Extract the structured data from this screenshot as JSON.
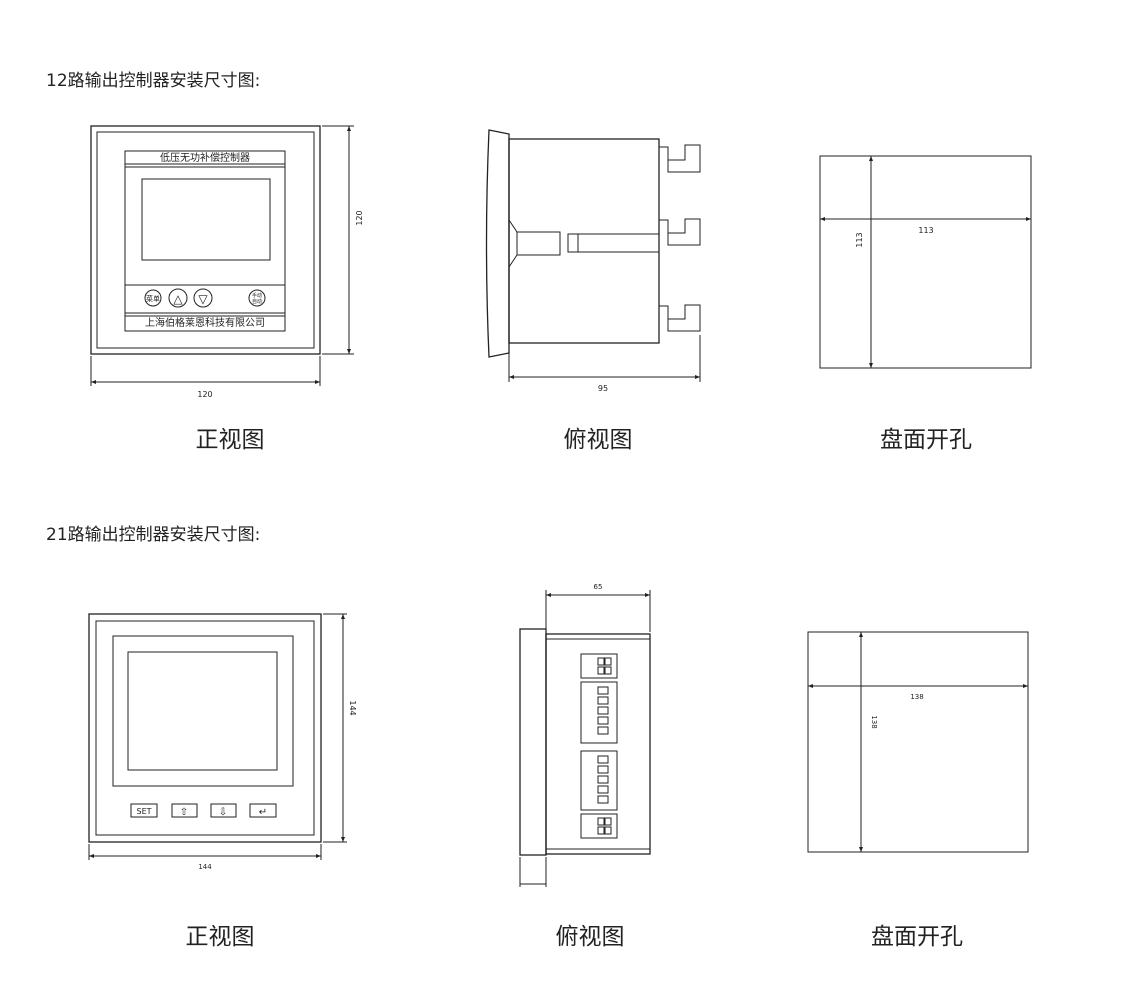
{
  "section1": {
    "title": "12路输出控制器安装尺寸图:",
    "front": {
      "label": "正视图",
      "panel_title": "低压无功补偿控制器",
      "footer_text": "上海伯格莱恩科技有限公司",
      "btn_menu": "菜单",
      "btn_up": "△",
      "btn_down": "▽",
      "btn_manual_line1": "手动",
      "btn_manual_line2": "自动",
      "dim_width": "120",
      "dim_height": "120"
    },
    "side": {
      "label": "俯视图",
      "dim_depth": "95"
    },
    "cutout": {
      "label": "盘面开孔",
      "dim_width": "113",
      "dim_height": "113"
    }
  },
  "section2": {
    "title": "21路输出控制器安装尺寸图:",
    "front": {
      "label": "正视图",
      "btn_set": "SET",
      "btn_up": "⇧",
      "btn_down": "⇩",
      "btn_enter": "↵",
      "dim_width": "144",
      "dim_height": "144"
    },
    "side": {
      "label": "俯视图",
      "dim_depth": "65"
    },
    "cutout": {
      "label": "盘面开孔",
      "dim_width": "138",
      "dim_height": "138"
    }
  }
}
